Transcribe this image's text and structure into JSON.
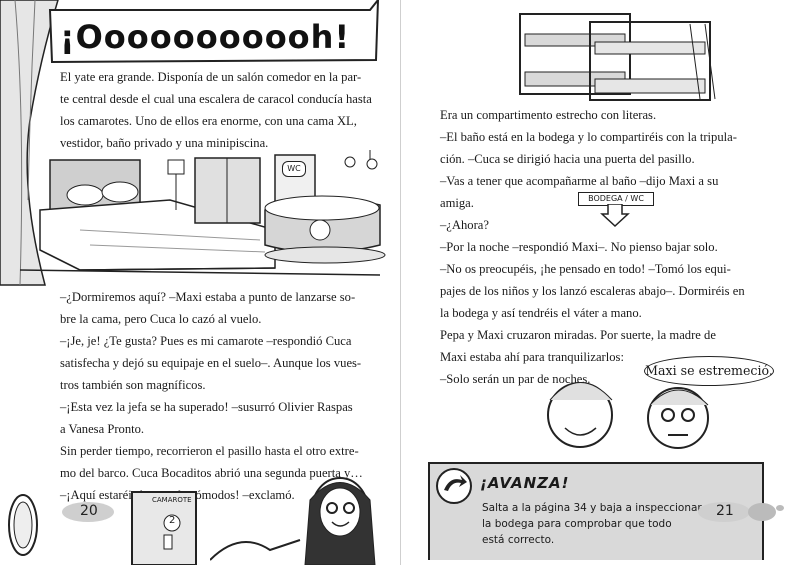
{
  "left_page": {
    "title": "¡Ooooooooooh!",
    "paragraphs_top": [
      "El yate era grande. Disponía de un salón comedor en la par-",
      "te central desde el cual una escalera de caracol conducía hasta",
      "los camarotes. Uno de ellos era enorme, con una cama XL,",
      "vestidor, baño privado y una minipiscina."
    ],
    "paragraphs_bottom": [
      "–¿Dormiremos aquí? –Maxi estaba a punto de lanzarse so-",
      "bre la cama, pero Cuca lo cazó al vuelo.",
      "–¡Je, je! ¿Te gusta? Pues es mi camarote –respondió Cuca",
      "satisfecha y dejó su equipaje en el suelo–. Aunque los vues-",
      "tros también son magníficos.",
      "–¡Esta vez la jefa se ha superado! –susurró Olivier Raspas",
      "a Vanesa Pronto.",
      "Sin perder tiempo, recorrieron el pasillo hasta el otro extre-",
      "mo del barco. Cuca Bocaditos abrió una segunda puerta y…",
      "–¡Aquí estaréis la mar de cómodos! –exclamó."
    ],
    "wc_sign": "WC",
    "door_sign": "CAMAROTE",
    "door_number": "2",
    "page_number": "20"
  },
  "right_page": {
    "paragraphs_top": [
      "Era un compartimento estrecho con literas.",
      "–El baño está en la bodega y lo compartiréis con la tripula-",
      "ción. –Cuca se dirigió hacia una puerta del pasillo.",
      "–Vas a tener que acompañarme al baño –dijo Maxi a su",
      "amiga.",
      "–¿Ahora?",
      "–Por la noche –respondió Maxi–. No pienso bajar solo.",
      "–No os preocupéis, ¡he pensado en todo! –Tomó los equi-",
      "pajes de los niños y los lanzó escaleras abajo–. Dormiréis en",
      "la bodega y así tendréis el váter a mano.",
      "Pepa y Maxi cruzaron miradas. Por suerte, la madre de",
      "Maxi estaba ahí para tranquilizarlos:",
      "–Solo serán un par de noches."
    ],
    "sign_text": "BODEGA / WC",
    "bubble_text": "Maxi se estremeció.",
    "avanza": {
      "title": "¡AVANZA!",
      "text_line1": "Salta a la página 34 y baja a inspeccionar",
      "text_line2": "la bodega para comprobar que todo",
      "text_line3": "está correcto."
    },
    "page_number": "21"
  }
}
